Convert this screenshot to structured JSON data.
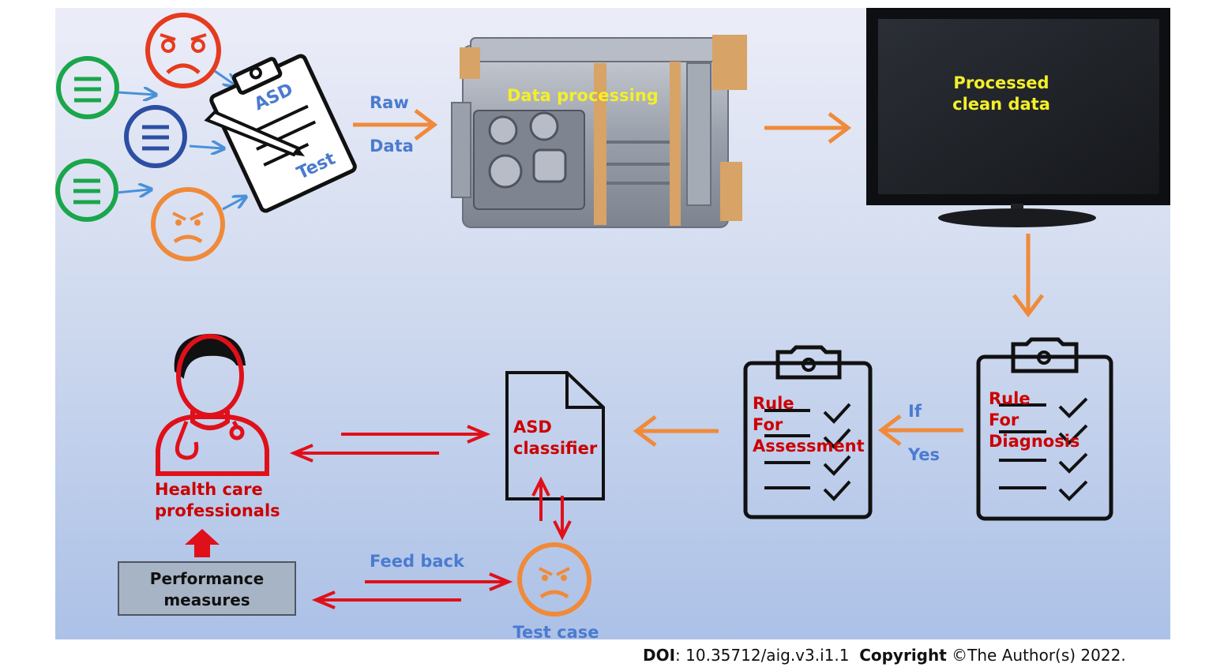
{
  "labels": {
    "asd_test_top": "ASD",
    "asd_test_bottom": "Test",
    "raw": "Raw",
    "data": "Data",
    "data_processing": "Data processing",
    "processed_line1": "Processed",
    "processed_line2": "clean data",
    "diag_line1": "Rule",
    "diag_line2": "For",
    "diag_line3": "Diagnosis",
    "if": "If",
    "yes": "Yes",
    "assess_line1": "Rule",
    "assess_line2": "For",
    "assess_line3": "Assessment",
    "classifier_line1": "ASD",
    "classifier_line2": "classifier",
    "hcp_line1": "Health care",
    "hcp_line2": "professionals",
    "perf_line1": "Performance",
    "perf_line2": "measures",
    "feed_back": "Feed back",
    "test_case": "Test case"
  },
  "footer": {
    "doi_label": "DOI",
    "doi_value": ": 10.35712/aig.v3.i1.1",
    "copyright_label": "Copyright",
    "copyright_value": " ©The Author(s) 2022."
  },
  "colors": {
    "orange": "#f08a3a",
    "red": "#e0101a",
    "dark_red": "#cc0000",
    "blue_label": "#4a7bd0",
    "yellow": "#f4ef2a",
    "green": "#1aa64a",
    "navy": "#2c4fa3"
  },
  "icons": [
    "happy-face-icon",
    "neutral-face-icon",
    "angry-face-icon",
    "clipboard-icon",
    "pencil-icon",
    "server-machine-icon",
    "monitor-icon",
    "checklist-icon",
    "document-icon",
    "doctor-icon",
    "stethoscope-icon"
  ]
}
